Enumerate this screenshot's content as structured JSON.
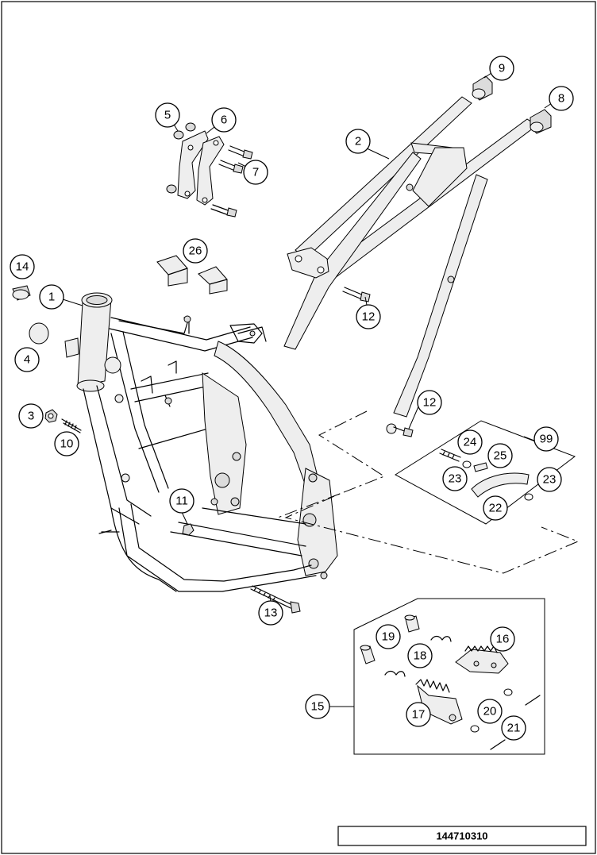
{
  "diagram": {
    "drawing_number": "144710310",
    "callouts": [
      {
        "id": "c1",
        "label": "1"
      },
      {
        "id": "c2",
        "label": "2"
      },
      {
        "id": "c3",
        "label": "3"
      },
      {
        "id": "c4",
        "label": "4"
      },
      {
        "id": "c5",
        "label": "5"
      },
      {
        "id": "c6",
        "label": "6"
      },
      {
        "id": "c7",
        "label": "7"
      },
      {
        "id": "c8",
        "label": "8"
      },
      {
        "id": "c9",
        "label": "9"
      },
      {
        "id": "c10",
        "label": "10"
      },
      {
        "id": "c11",
        "label": "11"
      },
      {
        "id": "c12a",
        "label": "12"
      },
      {
        "id": "c12b",
        "label": "12"
      },
      {
        "id": "c13",
        "label": "13"
      },
      {
        "id": "c14",
        "label": "14"
      },
      {
        "id": "c15",
        "label": "15"
      },
      {
        "id": "c16",
        "label": "16"
      },
      {
        "id": "c17",
        "label": "17"
      },
      {
        "id": "c18",
        "label": "18"
      },
      {
        "id": "c19",
        "label": "19"
      },
      {
        "id": "c20",
        "label": "20"
      },
      {
        "id": "c21",
        "label": "21"
      },
      {
        "id": "c22",
        "label": "22"
      },
      {
        "id": "c23a",
        "label": "23"
      },
      {
        "id": "c23b",
        "label": "23"
      },
      {
        "id": "c24",
        "label": "24"
      },
      {
        "id": "c25",
        "label": "25"
      },
      {
        "id": "c26",
        "label": "26"
      },
      {
        "id": "c99",
        "label": "99"
      }
    ]
  }
}
